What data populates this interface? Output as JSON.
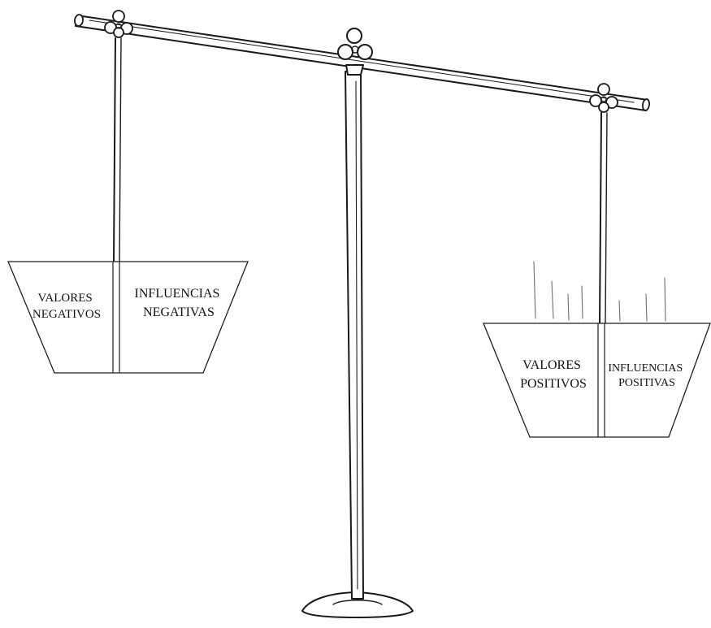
{
  "left_pan": {
    "left_label": [
      "VALORES",
      "NEGATIVOS"
    ],
    "right_label": [
      "INFLUENCIAS",
      "NEGATIVAS"
    ]
  },
  "right_pan": {
    "left_label": [
      "VALORES",
      "POSITIVOS"
    ],
    "right_label": [
      "INFLUENCIAS",
      "POSITIVAS"
    ]
  },
  "colors": {
    "ink": "#1a1a1a",
    "background": "#ffffff"
  }
}
